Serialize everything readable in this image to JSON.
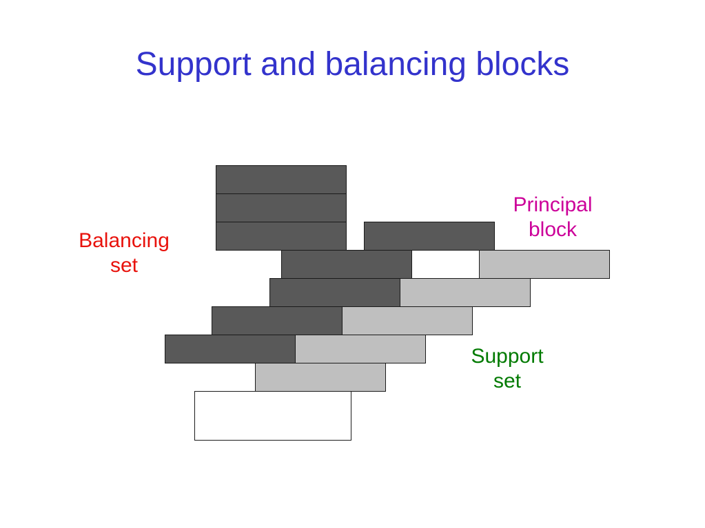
{
  "title": "Support and balancing blocks",
  "labels": {
    "balancing": {
      "line1": "Balancing",
      "line2": "set",
      "color": "#e8120c"
    },
    "principal": {
      "line1": "Principal",
      "line2": "block",
      "color": "#cc0099"
    },
    "support": {
      "line1": "Support",
      "line2": "set",
      "color": "#007a00"
    }
  },
  "colors": {
    "title": "#3333cc",
    "dark_block": "#595959",
    "light_block": "#bfbfbf",
    "base_block": "#ffffff"
  }
}
